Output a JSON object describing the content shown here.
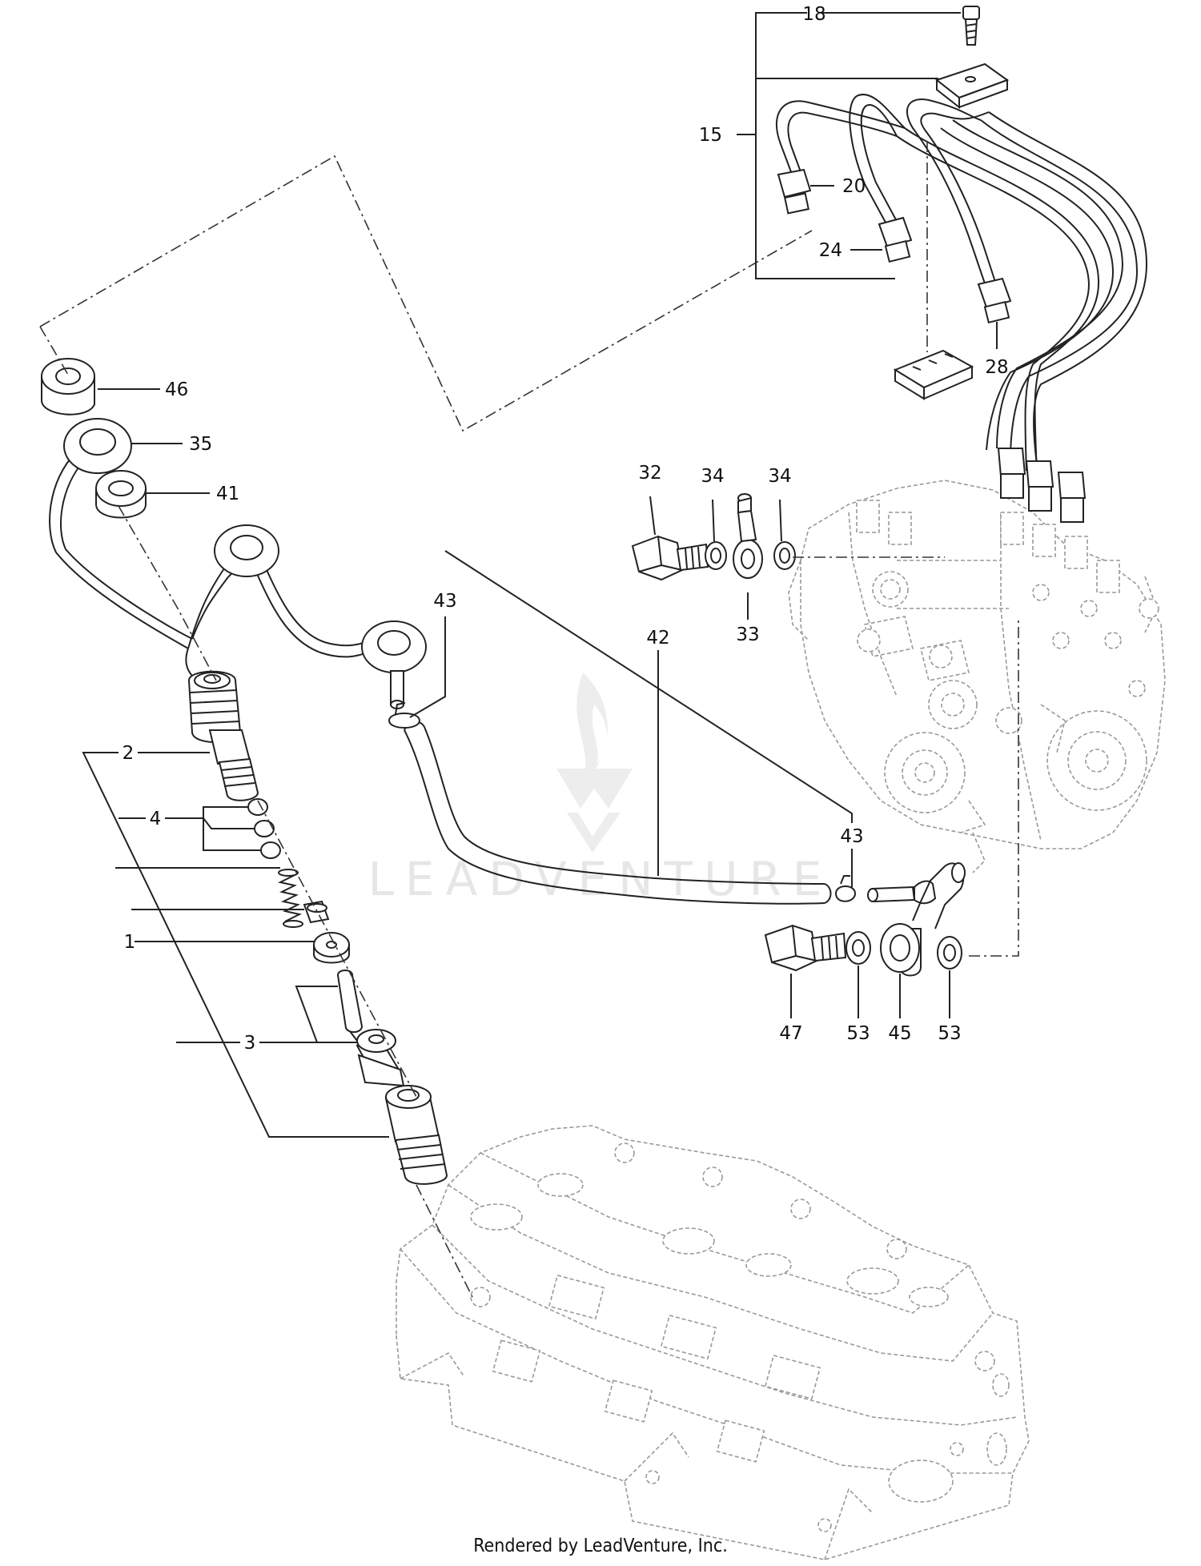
{
  "watermark": {
    "text": "LEADVENTURE"
  },
  "footer": {
    "text": "Rendered by LeadVenture, Inc."
  },
  "callouts": {
    "c1": "1",
    "c2": "2",
    "c3": "3",
    "c4": "4",
    "c15": "15",
    "c18": "18",
    "c20": "20",
    "c24": "24",
    "c28": "28",
    "c32": "32",
    "c33": "33",
    "c34a": "34",
    "c34b": "34",
    "c35": "35",
    "c41": "41",
    "c42": "42",
    "c43a": "43",
    "c43b": "43",
    "c45": "45",
    "c46": "46",
    "c47": "47",
    "c53a": "53",
    "c53b": "53"
  }
}
